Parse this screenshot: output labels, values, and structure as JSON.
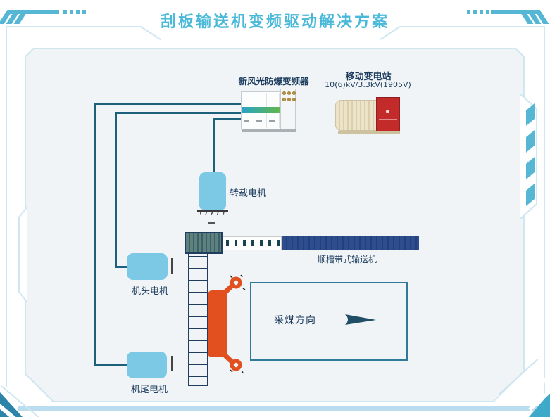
{
  "header": {
    "title": "刮板输送机变频驱动解决方案"
  },
  "equipment": {
    "inverter": {
      "label": "新风光防爆变频器"
    },
    "substation": {
      "name": "移动变电站",
      "spec": "10(6)kV/3.3kV(1905V)"
    },
    "transfer_motor": {
      "label": "转载电机"
    },
    "head_motor": {
      "label": "机头电机"
    },
    "tail_motor": {
      "label": "机尾电机"
    },
    "belt_conveyor": {
      "label": "顺槽带式输送机"
    },
    "mining_direction": {
      "label": "采煤方向"
    }
  },
  "icons": {
    "mining_direction_arrow": "tapered-right-arrow"
  },
  "colors": {
    "accent": "#55b7d4",
    "title": "#4ab9d9",
    "frame": "#cfe7f1",
    "panel_fill": "#f0f4f6",
    "wire": "#1d6079",
    "navy": "#1c3c5e",
    "motor": "#7cc9e6",
    "ladder": "#203c5f",
    "conveyor_navy": "#2d4d8f",
    "conveyor_navy_dark": "#24407a",
    "crusher": "#5d8081",
    "crusher_dark": "#3c6163",
    "shearer": "#e2501f",
    "mining_border": "#2f7a96",
    "arrow": "#1f4e66",
    "bottom_bar": "#b9dcee",
    "tri_left": "#2c85a8",
    "tri_right": "#3fa9c9",
    "sub_body": "#ece3c9",
    "sub_rib": "#d9cfad",
    "sub_red": "#c32a2a"
  }
}
